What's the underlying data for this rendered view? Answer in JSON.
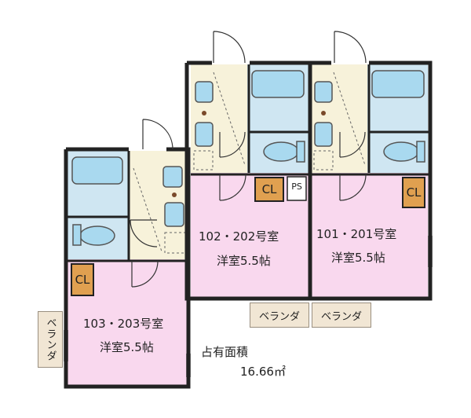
{
  "units": [
    {
      "room_no": "102・202号室",
      "room_size": "洋室5.5帖"
    },
    {
      "room_no": "101・201号室",
      "room_size": "洋室5.5帖"
    },
    {
      "room_no": "103・203号室",
      "room_size": "洋室5.5帖"
    }
  ],
  "closet_label": "CL",
  "ps_label": "PS",
  "veranda_label": "ベランダ",
  "floor_area": {
    "label": "占有面積",
    "value": "16.66㎡"
  },
  "colors": {
    "room": "#f9d8ee",
    "bath": "#cfe6f2",
    "fixture": "#a9d9ef",
    "entry": "#f7f2da",
    "closet": "#e0a050",
    "veranda": "#f1e6d4",
    "wall": "#222222"
  }
}
